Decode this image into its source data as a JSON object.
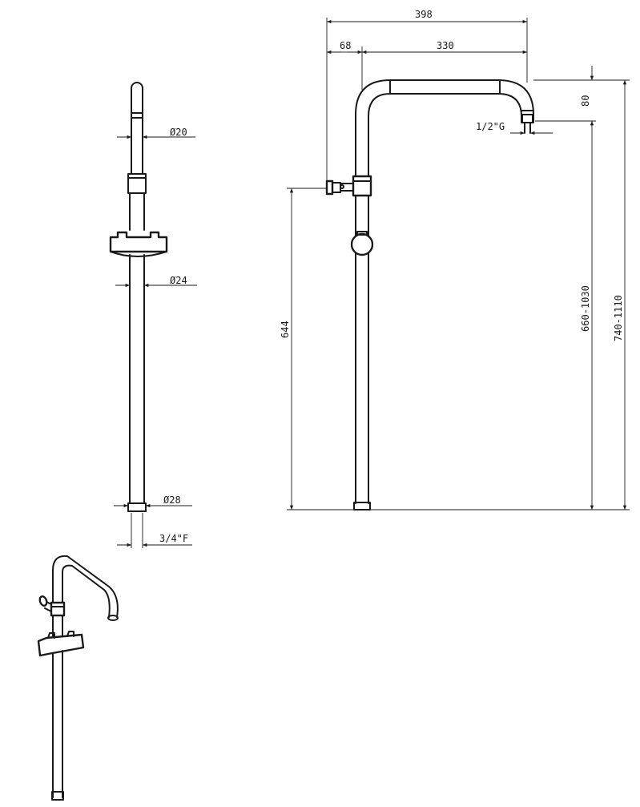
{
  "dimensions": {
    "dia_upper": "Ø20",
    "dia_middle": "Ø24",
    "dia_lower": "Ø28",
    "inlet_thread": "3/4\"F",
    "total_width": "398",
    "offset_left": "68",
    "arm_length": "330",
    "outlet_drop": "80",
    "outlet_thread": "1/2\"G",
    "inlet_height": "644",
    "adjust_range_outlet": "660-1030",
    "adjust_range_total": "740-1110"
  },
  "colors": {
    "line": "#1a1a1a",
    "background": "#ffffff"
  }
}
